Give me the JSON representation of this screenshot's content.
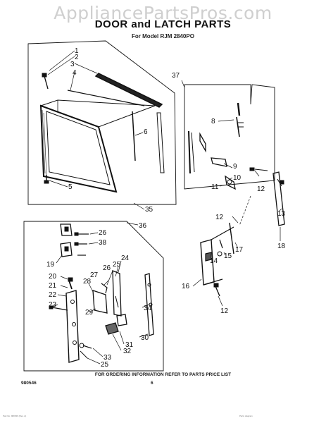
{
  "watermark": "AppliancePartsPros.com",
  "title": "DOOR and LATCH PARTS",
  "model_line": "For Model RJM 2840PO",
  "footer": {
    "ordering_note": "FOR ORDERING INFORMATION REFER TO PARTS PRICE LIST",
    "doc_number": "980546",
    "page_number": "6",
    "tiny_left": "Part No. 980546 (Rev. A)",
    "tiny_right": "Parts diagram"
  },
  "callouts": [
    "1",
    "2",
    "3",
    "4",
    "5",
    "6",
    "35",
    "37",
    "8",
    "9",
    "10",
    "11",
    "12",
    "13",
    "18",
    "12",
    "15",
    "17",
    "14",
    "16",
    "12",
    "36",
    "26",
    "38",
    "19",
    "24",
    "25",
    "26",
    "27",
    "28",
    "20",
    "21",
    "22",
    "23",
    "29",
    "34",
    "30",
    "31",
    "32",
    "33",
    "25"
  ]
}
